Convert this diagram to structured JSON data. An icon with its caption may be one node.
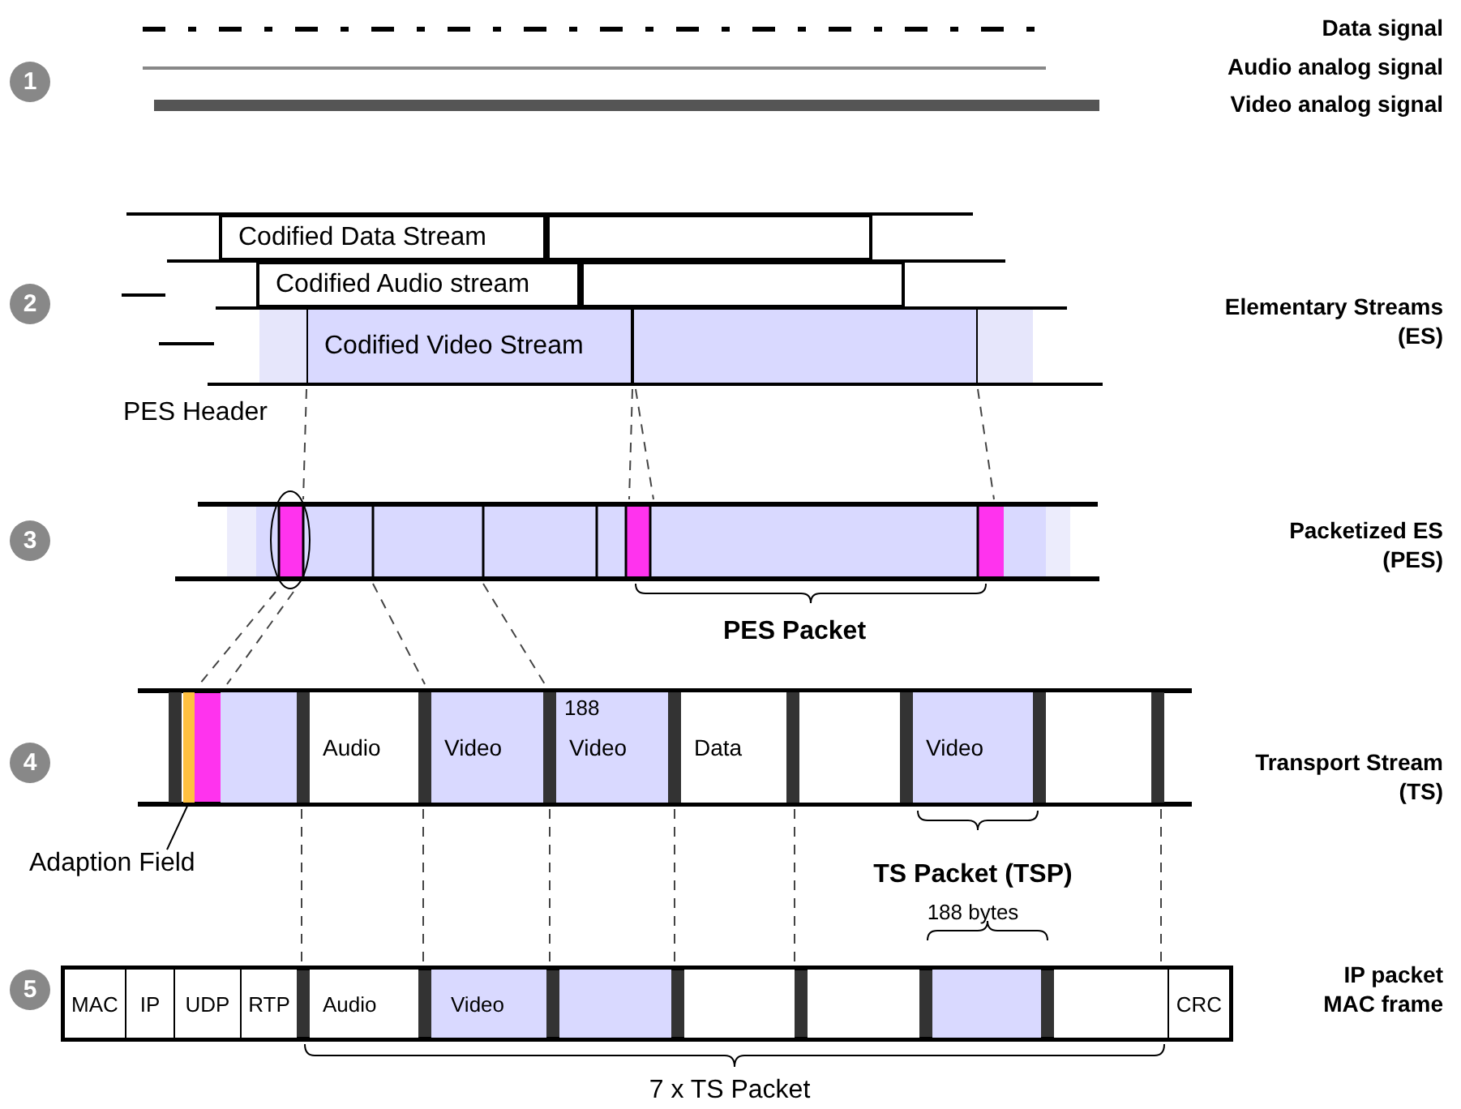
{
  "diagram": {
    "nodes": [
      {
        "text": [
          "Codified Data Stream"
        ]
      },
      {
        "text": [],
        "shape": "box"
      },
      {
        "text": [
          "Codified Audio stream"
        ]
      },
      {
        "text": [],
        "shape": "box"
      },
      {
        "text": [
          "Codified Video Stream"
        ]
      },
      {
        "text": [],
        "shape": "box"
      },
      {
        "text": [],
        "shape": "box"
      },
      {
        "text": [
          "Audio"
        ]
      },
      {
        "text": [
          "Video"
        ]
      },
      {
        "text": [
          "Video"
        ]
      },
      {
        "text": [
          "Data"
        ]
      },
      {
        "text": [],
        "shape": "box"
      },
      {
        "text": [
          "Video"
        ]
      },
      {
        "text": [],
        "shape": "box"
      },
      {
        "text": [
          "Adaption Field"
        ]
      },
      {
        "text": [],
        "shape": "box"
      },
      {
        "text": [
          "MAC"
        ]
      },
      {
        "text": [
          "IP"
        ]
      },
      {
        "text": [
          "UDP"
        ]
      },
      {
        "text": [
          "RTP"
        ]
      },
      {
        "text": [
          "Audio"
        ]
      },
      {
        "text": [
          "Video"
        ]
      },
      {
        "text": [],
        "shape": "box"
      },
      {
        "text": [],
        "shape": "box"
      },
      {
        "text": [],
        "shape": "box"
      },
      {
        "text": [],
        "shape": "box"
      },
      {
        "text": [],
        "shape": "box"
      },
      {
        "text": [
          "CRC"
        ]
      }
    ],
    "edges": [
      {
        "from": 14,
        "to": 15,
        "arrow": "none"
      }
    ],
    "labels": [
      "1",
      "2",
      "Elementary Streams (ES)",
      "PES Header",
      "3",
      "Packetized ES (PES)",
      "PES Packet",
      "188",
      "4",
      "Transport Stream (TS)",
      "TS Packet (TSP)",
      "188 bytes",
      "5",
      "IP packet MAC frame",
      "7 x TS Packet"
    ],
    "legend": [
      {
        "text": "Data signal"
      },
      {
        "text": "Audio analog signal"
      },
      {
        "text": "Video analog signal"
      }
    ]
  }
}
